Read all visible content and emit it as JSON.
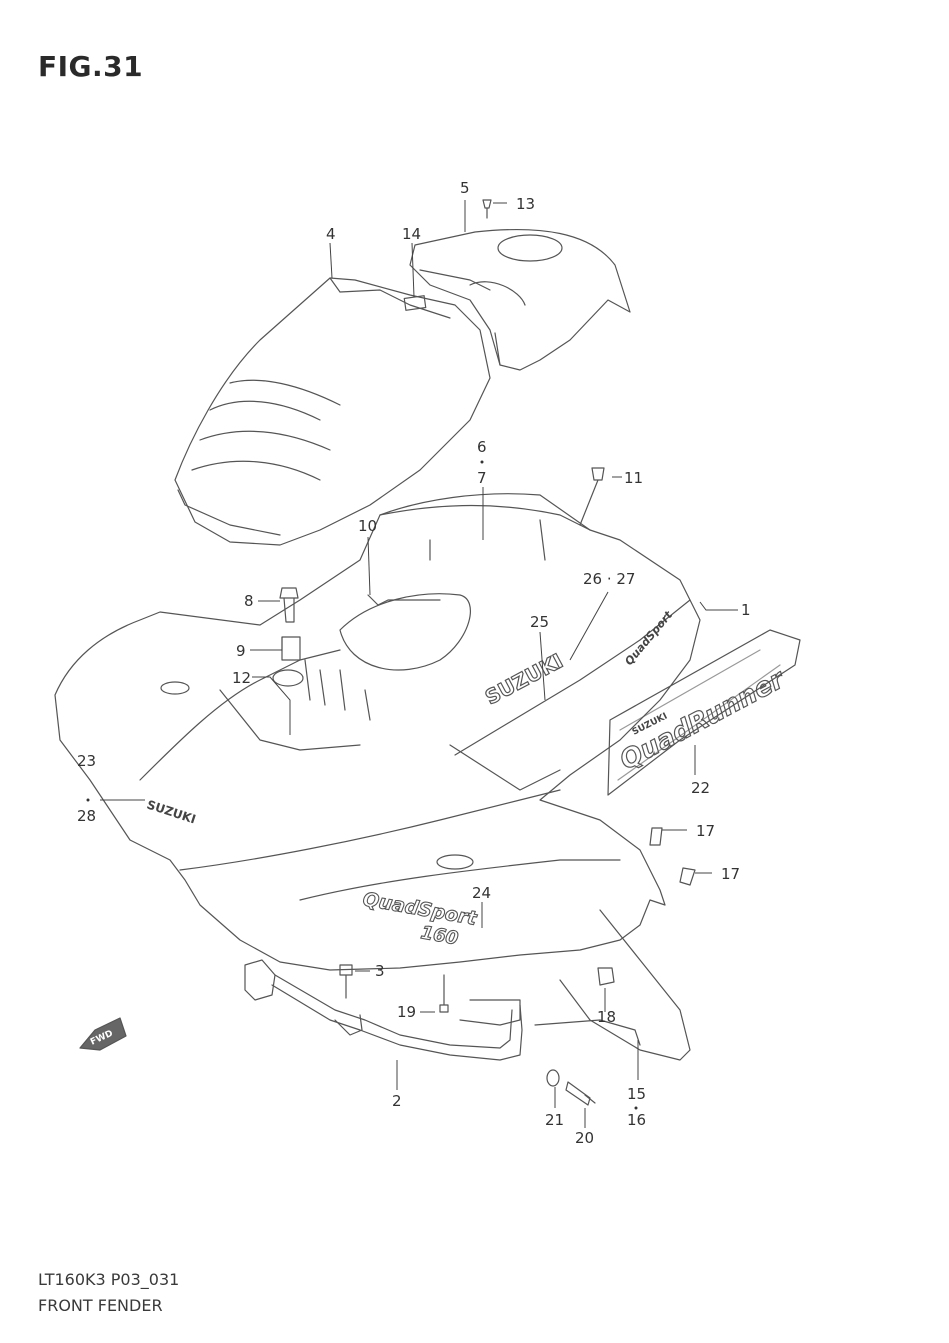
{
  "figure": {
    "title": "FIG.31"
  },
  "footer": {
    "code": "LT160K3 P03_031",
    "name": "FRONT FENDER"
  },
  "colors": {
    "line": "#555555",
    "text": "#333333",
    "callout": "#444444"
  },
  "decals": {
    "suzuki_side": "SUZUKI",
    "suzuki_front": "SUZUKI",
    "quadsport": "QuadSport",
    "model_160": "160",
    "quadrunner_brand": "SUZUKI",
    "quadrunner": "QuadRunner",
    "small_script": "QuadSport",
    "fwd": "FWD"
  },
  "labels": {
    "p1": "1",
    "p2": "2",
    "p3": "3",
    "p4": "4",
    "p5": "5",
    "p6": "6",
    "p7": "7",
    "p8": "8",
    "p9": "9",
    "p10": "10",
    "p11": "11",
    "p12": "12",
    "p13": "13",
    "p14": "14",
    "p15": "15",
    "p16": "16",
    "p17a": "17",
    "p17b": "17",
    "p18": "18",
    "p19": "19",
    "p20": "20",
    "p21": "21",
    "p22": "22",
    "p23": "23",
    "p24": "24",
    "p25": "25",
    "p26_27": "26 · 27",
    "p28": "28"
  }
}
